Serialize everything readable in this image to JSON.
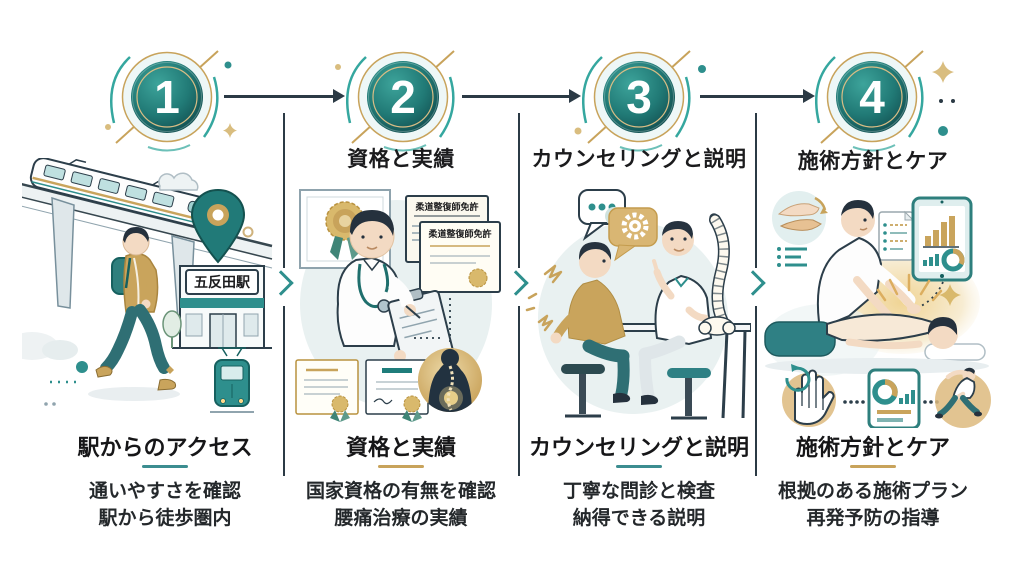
{
  "figure_type": "4-step process infographic",
  "palette": {
    "teal": "#2e8f8d",
    "teal_dark": "#16605f",
    "gold": "#c8a35b",
    "gold_light": "#d9bd7f",
    "navy": "#2b3a45",
    "text": "#1b1b1d",
    "background": "#ffffff"
  },
  "steps": [
    {
      "number": "1",
      "title": "駅からのアクセス",
      "lines": [
        "通いやすさを確認",
        "駅から徒歩圏内"
      ],
      "accent_color": "#3c8d90"
    },
    {
      "number": "2",
      "top_label": "資格と実績",
      "title": "資格と実績",
      "lines": [
        "国家資格の有無を確認",
        "腰痛治療の実績"
      ],
      "accent_color": "#c8a35b"
    },
    {
      "number": "3",
      "top_label": "カウンセリングと説明",
      "title": "カウンセリングと説明",
      "lines": [
        "丁寧な問診と検査",
        "納得できる説明"
      ],
      "accent_color": "#3c8d90"
    },
    {
      "number": "4",
      "top_label": "施術方針とケア",
      "title": "施術方針とケア",
      "lines": [
        "根拠のある施術プラン",
        "再発予防の指導"
      ],
      "accent_color": "#c8a35b"
    }
  ],
  "illustrations": {
    "station_sign": "五反田駅",
    "license_label_1": "柔道整復師免許",
    "license_label_2": "柔道整復師免許"
  }
}
